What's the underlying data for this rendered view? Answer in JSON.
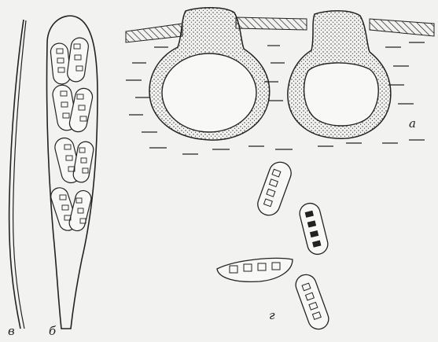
{
  "labels": {
    "a": "а",
    "b": "б",
    "v": "в",
    "g": "г"
  },
  "colors": {
    "background": "#f2f2f0",
    "ink": "#222222"
  }
}
